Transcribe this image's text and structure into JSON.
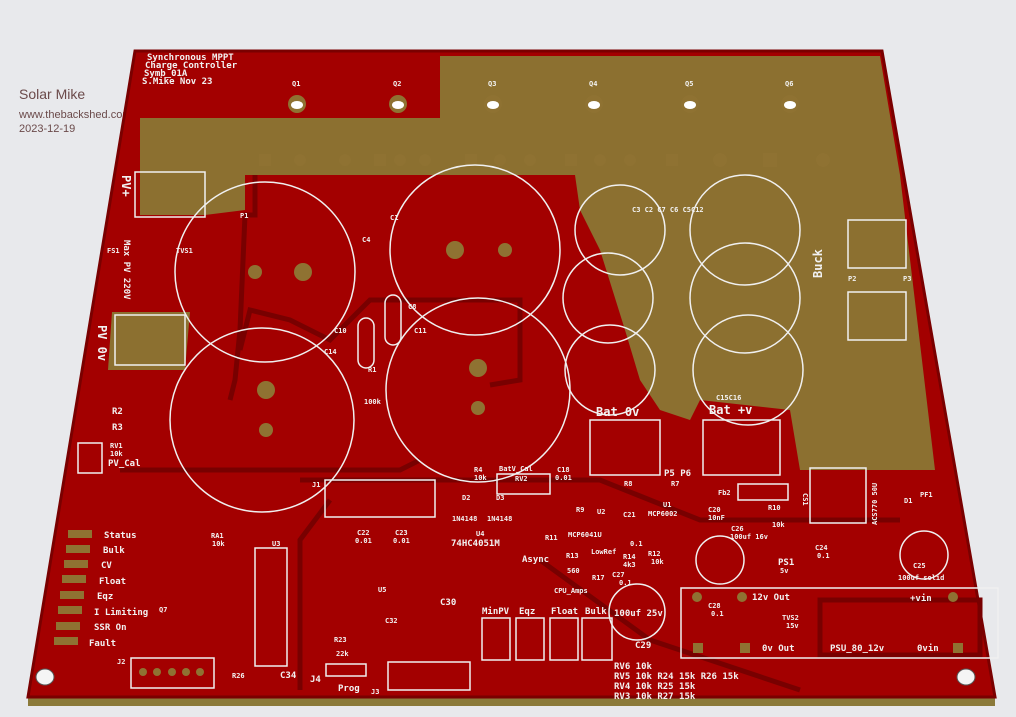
{
  "caption": {
    "author": "Solar Mike",
    "site": "www.thebackshed.com",
    "date": "2023-12-19"
  },
  "board_title": [
    "Synchronous MPPT",
    "Charge Controller",
    "Symb_01A",
    "S.Mike Nov 23"
  ],
  "mosfets": [
    "Q1",
    "Q2",
    "Q3",
    "Q4",
    "Q5",
    "Q6"
  ],
  "power": {
    "pv_plus": "PV+",
    "max_pv": "Max PV 220V",
    "pv_0v": "PV 0v",
    "fs1": "FS1",
    "tvs1": "TVS1",
    "p1": "P1",
    "c1": "C1",
    "c4": "C4",
    "c8": "C8",
    "c10": "C10",
    "c11": "C11",
    "c14": "C14",
    "r1": "R1",
    "r1_val": "100k",
    "small_caps": "C3 C2 C7 C6 C5C12",
    "buck": "Buck",
    "p2": "P2",
    "p3": "P3",
    "c15c16": "C15C16",
    "bat_0v": "Bat 0v",
    "bat_plus": "Bat +v",
    "p5p6": "P5 P6"
  },
  "left": {
    "r2": "R2",
    "r3": "R3",
    "rv1": "RV1",
    "rv1_val": "10k",
    "pv_cal": "PV_Cal",
    "j1": "J1",
    "j2": "J2",
    "q7": "Q7",
    "ra1": "RA1",
    "ra1_val": "10k",
    "u3": "U3",
    "c34": "C34",
    "r26": "R26",
    "leds": [
      "Status",
      "Bulk",
      "CV",
      "Float",
      "Eqz",
      "I Limiting",
      "SSR On",
      "Fault"
    ]
  },
  "middle": {
    "r4": "R4",
    "r4_val": "10k",
    "batv_cal": "BatV_Cal",
    "rv2": "RV2",
    "c18": "C18",
    "c18_val": "0.01",
    "d2": "D2",
    "d3": "D3",
    "d2_val": "1N4148",
    "d3_val": "1N4148",
    "u4": "U4",
    "u4_val": "74HC4051M",
    "c22": "C22",
    "c22_val": "0.01",
    "c23": "C23",
    "c23_val": "0.01",
    "u5": "U5",
    "c30": "C30",
    "c32": "C32",
    "r23": "R23",
    "r23_val": "22k",
    "j4": "J4",
    "prog": "Prog",
    "j3": "J3",
    "r11": "R11",
    "async": "Async",
    "r13": "R13",
    "r13_val": "560",
    "lowref": "LowRef",
    "r17": "R17",
    "cpu_amps": "CPU_Amps",
    "r9": "R9",
    "u2": "U2",
    "u2_val": "MCP6041U",
    "c21": "C21",
    "c21_val": "0.1",
    "u1": "U1",
    "u1_val": "MCP6002",
    "r14": "R14",
    "r14_val": "4k3",
    "r12": "R12",
    "r12_val": "10k",
    "c27": "C27",
    "c27_val": "0.1",
    "r8": "R8",
    "r7": "R7",
    "headers": [
      "MinPV",
      "Eqz",
      "Float",
      "Bulk"
    ],
    "c29_val": "100uf 25v",
    "c29": "C29",
    "rv_rows": [
      "RV6  10k",
      "RV5  10k  R24 15k  R26 15k",
      "RV4  10k  R25 15k",
      "RV3  10k  R27 15k"
    ]
  },
  "right": {
    "fb2": "Fb2",
    "cs1": "CS1",
    "acs": "ACS770 50U",
    "d1": "D1",
    "pf1": "PF1",
    "c20": "C20",
    "c20_val": "10nF",
    "r10": "R10",
    "r10_val": "10k",
    "c26": "C26",
    "c26_val": "100uf 16v",
    "c24": "C24",
    "c24_val": "0.1",
    "ps1": "PS1",
    "ps1_val": "5v",
    "c25": "C25",
    "c25_val": "100uf solid",
    "c28": "C28",
    "c28_val": "0.1",
    "out12": "12v Out",
    "vin_plus": "+vin",
    "tvs2": "TVS2",
    "tvs2_val": "15v",
    "out0v": "0v Out",
    "psu": "PSU_80_12v",
    "vin0": "0vin"
  }
}
